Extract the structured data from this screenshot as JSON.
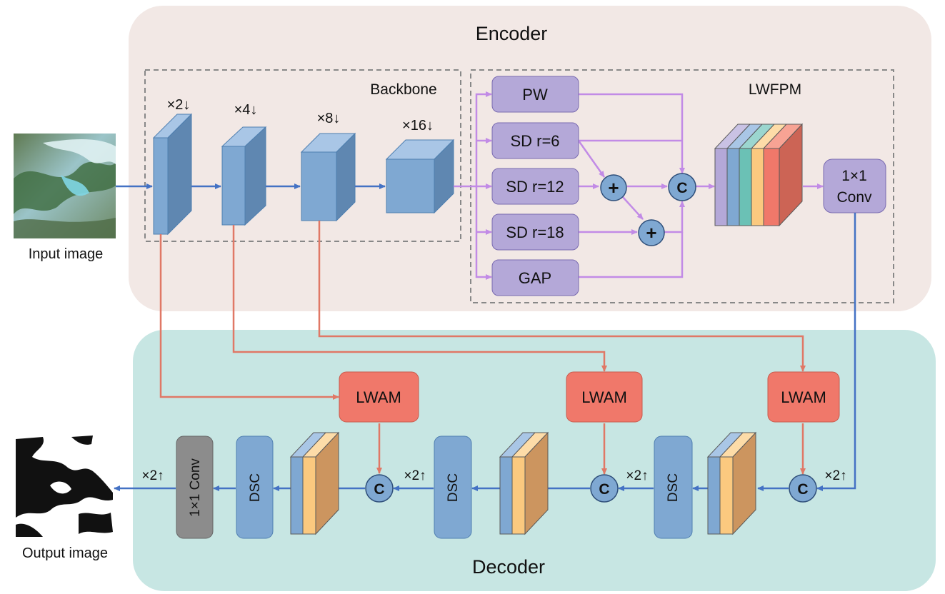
{
  "encoder": {
    "title": "Encoder"
  },
  "decoder": {
    "title": "Decoder"
  },
  "backbone": {
    "label": "Backbone",
    "scales": [
      "×2↓",
      "×4↓",
      "×8↓",
      "×16↓"
    ]
  },
  "lwfpm": {
    "label": "LWFPM",
    "branches": [
      "PW",
      "SD r=6",
      "SD r=12",
      "SD r=18",
      "GAP"
    ],
    "plus_symbol": "+",
    "concat_symbol": "C",
    "conv_line1": "1×1",
    "conv_line2": "Conv"
  },
  "input": {
    "label": "Input image"
  },
  "output": {
    "label": "Output image"
  },
  "lwam_label": "LWAM",
  "dsc_label": "DSC",
  "final_conv_label": "1×1 Conv",
  "upsample_label": "×2↑",
  "concat_symbol": "C",
  "colors": {
    "encoder_bg": "#f2e8e5",
    "decoder_bg": "#c7e6e3",
    "block_blue": "#7fa8d2",
    "lwfpm_box": "#b4a8d8",
    "lwam": "#f0786a",
    "feature_orange": "#fbc97f",
    "feature_brown": "#cc955f",
    "arrow_blue": "#4472c4",
    "arrow_purple": "#c28be6",
    "arrow_red": "#e07866",
    "conv_gray": "#8c8c8c"
  }
}
